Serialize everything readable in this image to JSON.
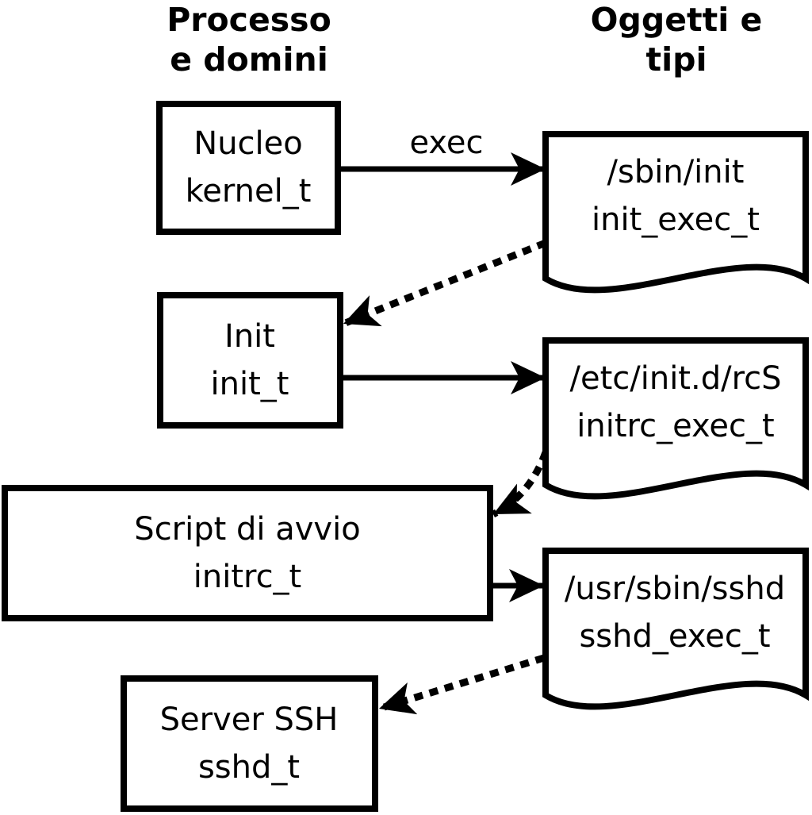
{
  "headers": {
    "left": {
      "line1": "Processo",
      "line2": "e domini"
    },
    "right": {
      "line1": "Oggetti e",
      "line2": "tipi"
    }
  },
  "process_boxes": [
    {
      "name": "Nucleo",
      "type": "kernel_t"
    },
    {
      "name": "Init",
      "type": "init_t"
    },
    {
      "name": "Script di avvio",
      "type": "initrc_t"
    },
    {
      "name": "Server SSH",
      "type": "sshd_t"
    }
  ],
  "object_docs": [
    {
      "path": "/sbin/init",
      "type": "init_exec_t"
    },
    {
      "path": "/etc/init.d/rcS",
      "type": "initrc_exec_t"
    },
    {
      "path": "/usr/sbin/sshd",
      "type": "sshd_exec_t"
    }
  ],
  "arrows": {
    "exec_label": "exec",
    "solid": [
      {
        "from": "kernel_t",
        "to": "init_exec_t",
        "label": "exec"
      },
      {
        "from": "init_t",
        "to": "initrc_exec_t",
        "label": ""
      },
      {
        "from": "initrc_t",
        "to": "sshd_exec_t",
        "label": ""
      }
    ],
    "dotted": [
      {
        "from": "init_exec_t",
        "to": "init_t"
      },
      {
        "from": "initrc_exec_t",
        "to": "initrc_t"
      },
      {
        "from": "sshd_exec_t",
        "to": "sshd_t"
      }
    ]
  },
  "colors": {
    "line": "#000000",
    "background": "#ffffff",
    "text": "#000000"
  }
}
